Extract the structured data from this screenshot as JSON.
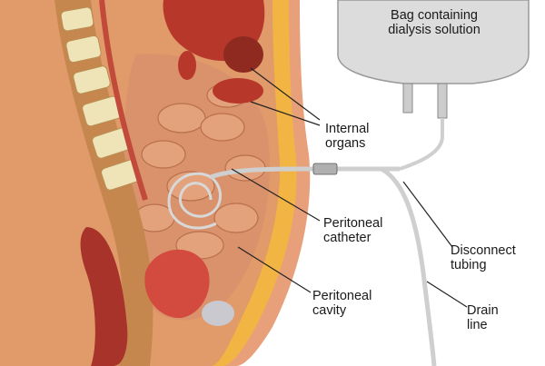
{
  "labels": {
    "bag": {
      "line1": "Bag containing",
      "line2": "dialysis solution"
    },
    "internal_organs": {
      "line1": "Internal",
      "line2": "organs"
    },
    "peritoneal_catheter": {
      "line1": "Peritoneal",
      "line2": "catheter"
    },
    "disconnect_tubing": {
      "line1": "Disconnect",
      "line2": "tubing"
    },
    "drain_line": {
      "line1": "Drain",
      "line2": "line"
    },
    "peritoneal_cavity": {
      "line1": "Peritoneal",
      "line2": "cavity"
    }
  },
  "colors": {
    "fat": "#f2b544",
    "skin": "#e8a07a",
    "tissue": "#c77a55",
    "intestine": "#d9926b",
    "organ_red": "#b8372b",
    "bone": "#efe3b8",
    "bag": "#dcdcdc",
    "tube": "#c8c8c8",
    "leader": "#222222"
  }
}
